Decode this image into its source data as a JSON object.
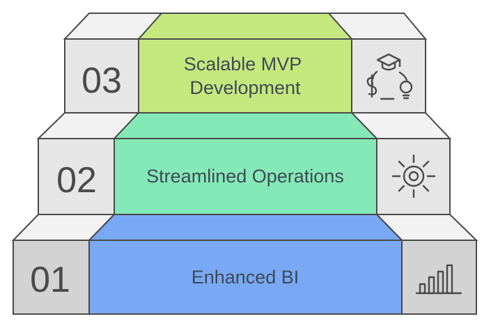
{
  "steps": [
    {
      "number": "03",
      "label_lines": [
        "Scalable MVP",
        "Development"
      ],
      "icon": "graduation-cap-dollar-lightbulb-icon",
      "color": "#c5e87e"
    },
    {
      "number": "02",
      "label_lines": [
        "Streamlined Operations"
      ],
      "icon": "sun-gear-icon",
      "color": "#84e9b7"
    },
    {
      "number": "01",
      "label_lines": [
        "Enhanced BI"
      ],
      "icon": "bar-chart-icon",
      "color": "#79a9f4"
    }
  ],
  "colors": {
    "side_face": "#e6e6e6",
    "side_top": "#f2f2f2",
    "side_face_bottom": "#d3d3d3",
    "outline": "#4a4a4a"
  }
}
